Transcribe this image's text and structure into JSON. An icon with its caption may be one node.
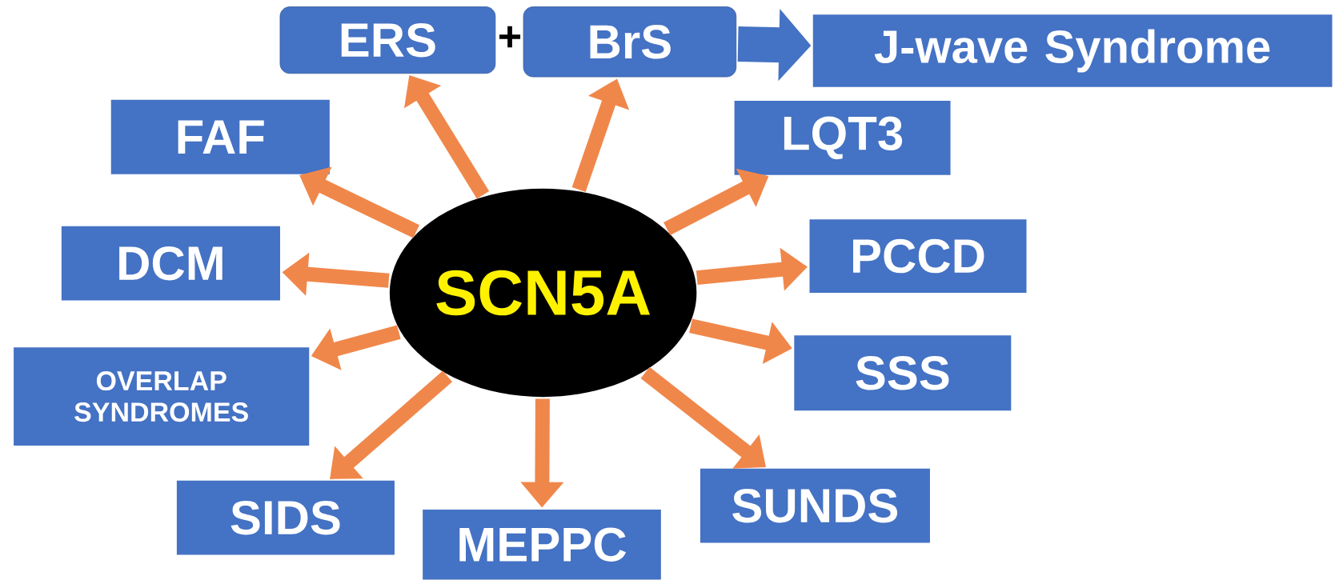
{
  "diagram": {
    "nodes": [
      {
        "text": [
          "SCN5A"
        ]
      },
      {
        "text": [
          "ERS"
        ]
      },
      {
        "text": [
          "BrS"
        ]
      },
      {
        "text": [
          "J-wave Syndrome"
        ]
      },
      {
        "text": [
          "FAF"
        ]
      },
      {
        "text": [
          "LQT3"
        ]
      },
      {
        "text": [
          "DCM"
        ]
      },
      {
        "text": [
          "PCCD"
        ]
      },
      {
        "text": [
          "OVERLAP SYNDROMES"
        ]
      },
      {
        "text": [
          "SSS"
        ]
      },
      {
        "text": [
          "SIDS"
        ]
      },
      {
        "text": [
          "MEPPC"
        ]
      },
      {
        "text": [
          "SUNDS"
        ]
      }
    ],
    "edges": [
      {
        "from": 0,
        "to": 1,
        "arrow": "to"
      },
      {
        "from": 0,
        "to": 2,
        "arrow": "to"
      },
      {
        "from": 2,
        "to": 3,
        "arrow": "to",
        "style": "thick",
        "color": "#4472c4"
      },
      {
        "from": 0,
        "to": 4,
        "arrow": "to"
      },
      {
        "from": 0,
        "to": 5,
        "arrow": "to"
      },
      {
        "from": 0,
        "to": 6,
        "arrow": "to"
      },
      {
        "from": 0,
        "to": 7,
        "arrow": "to"
      },
      {
        "from": 0,
        "to": 8,
        "arrow": "to"
      },
      {
        "from": 0,
        "to": 9,
        "arrow": "to"
      },
      {
        "from": 0,
        "to": 10,
        "arrow": "to"
      },
      {
        "from": 0,
        "to": 11,
        "arrow": "to"
      },
      {
        "from": 0,
        "to": 12,
        "arrow": "to"
      }
    ],
    "labels": [
      "+"
    ]
  }
}
